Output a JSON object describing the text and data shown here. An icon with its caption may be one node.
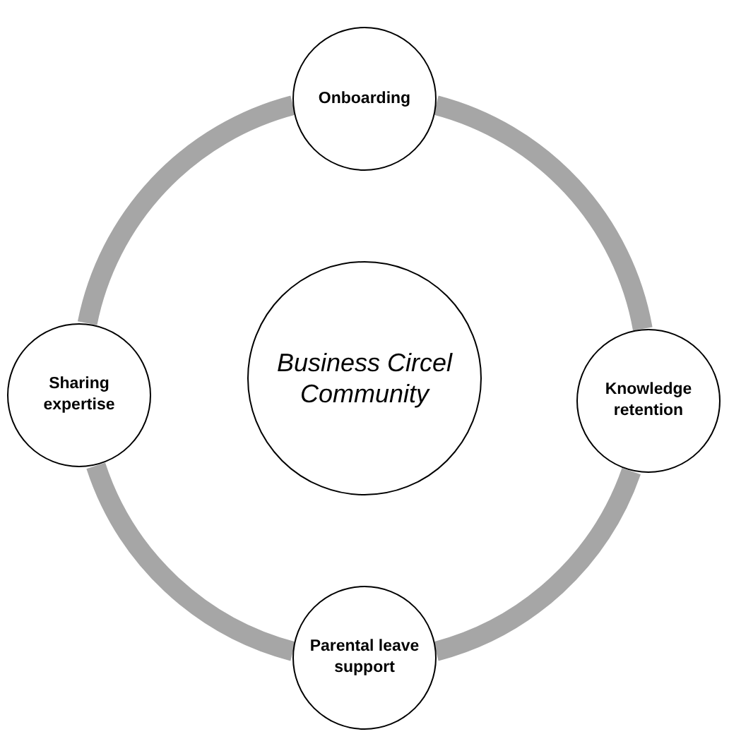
{
  "diagram": {
    "nodes": [
      {
        "text": [
          "Onboarding"
        ]
      },
      {
        "text": [
          "Sharing expertise"
        ]
      },
      {
        "text": [
          "Business Circel Community"
        ]
      },
      {
        "text": [
          "Knowledge retention"
        ]
      },
      {
        "text": [
          "Parental leave support"
        ]
      }
    ],
    "edges": [
      {
        "from": 0,
        "to": 3,
        "arrow": "none"
      },
      {
        "from": 3,
        "to": 4,
        "arrow": "none"
      },
      {
        "from": 4,
        "to": 1,
        "arrow": "none"
      },
      {
        "from": 1,
        "to": 0,
        "arrow": "none"
      }
    ]
  }
}
